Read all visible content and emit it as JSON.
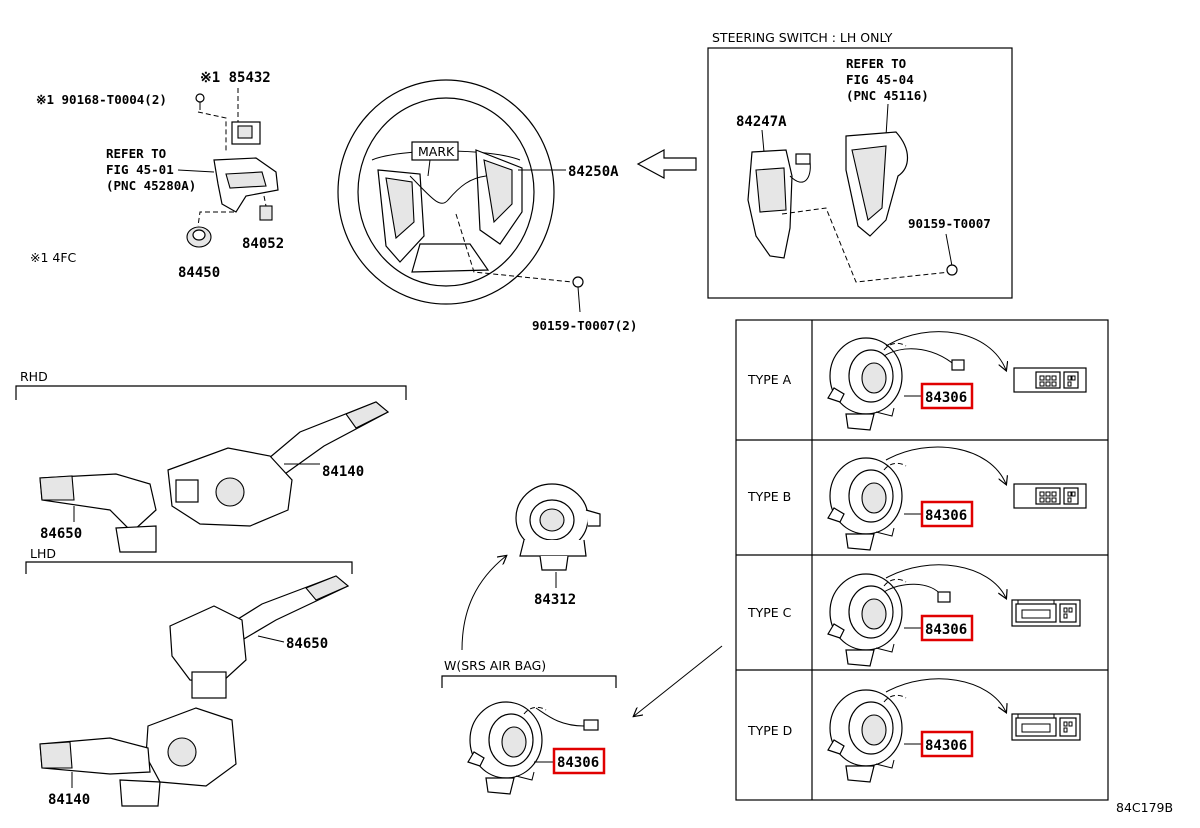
{
  "diagram_id": "84C179B",
  "colors": {
    "highlight": "#e00000",
    "line": "#000000",
    "background": "#ffffff"
  },
  "top_left": {
    "screw_callout": "※1 90168-T0004(2)",
    "part_85432": "※1 85432",
    "refer_line1": "REFER TO",
    "refer_line2": "FIG 45-01",
    "refer_line3": "(PNC 45280A)",
    "part_84052": "84052",
    "part_84450": "84450",
    "note_4fc": "※1  4FC"
  },
  "wheel": {
    "mark_label": "MARK",
    "part_84250A": "84250A",
    "screw_label": "90159-T0007(2)"
  },
  "steering_switch": {
    "title": "STEERING SWITCH : LH ONLY",
    "refer_line1": "REFER TO",
    "refer_line2": "FIG 45-04",
    "refer_line3": "(PNC 45116)",
    "part_84247A": "84247A",
    "screw_label": "90159-T0007"
  },
  "rhd": {
    "title": "RHD",
    "part_84140": "84140",
    "part_84650": "84650"
  },
  "lhd": {
    "title": "LHD",
    "part_84650": "84650",
    "part_84140": "84140"
  },
  "spiral": {
    "part_84312": "84312"
  },
  "srs": {
    "title": "W(SRS AIR BAG)",
    "part_84306": "84306"
  },
  "types": [
    {
      "label": "TYPE A",
      "part": "84306"
    },
    {
      "label": "TYPE B",
      "part": "84306"
    },
    {
      "label": "TYPE C",
      "part": "84306"
    },
    {
      "label": "TYPE D",
      "part": "84306"
    }
  ]
}
